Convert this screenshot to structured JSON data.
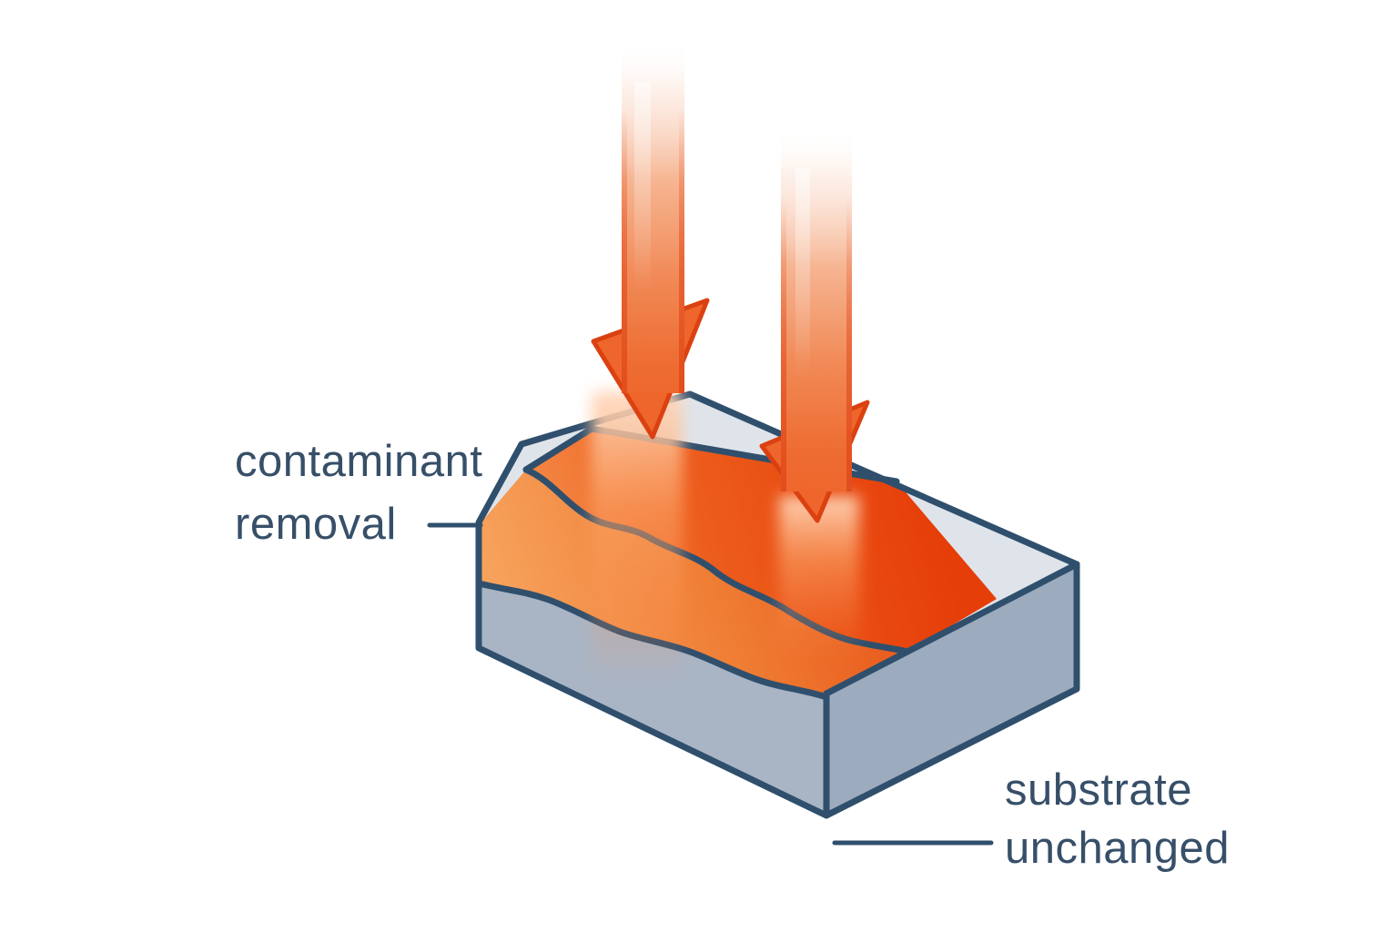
{
  "diagram": {
    "type": "laser-cleaning-illustration",
    "labels": {
      "contaminant": {
        "line1": "contaminant",
        "line2": "removal"
      },
      "substrate": {
        "line1": "substrate",
        "line2": "unchanged"
      }
    },
    "arrows": {
      "count": 2,
      "direction": "down",
      "meaning": "laser-beams"
    },
    "colors": {
      "background": "#ffffff",
      "outline": "#2f4f6d",
      "text": "#374f68",
      "substrate_top_face": "#dfe4eb",
      "substrate_front_face": "#a9b5c5",
      "substrate_side_face": "#9dabbe",
      "contaminant_deep": "#e63e09",
      "contaminant_mid": "#ee6a28",
      "contaminant_light": "#f7a45e",
      "laser_orange": "#ec5d27",
      "laser_head_fill": "#ef662c",
      "laser_head_outline": "#db4110"
    }
  }
}
